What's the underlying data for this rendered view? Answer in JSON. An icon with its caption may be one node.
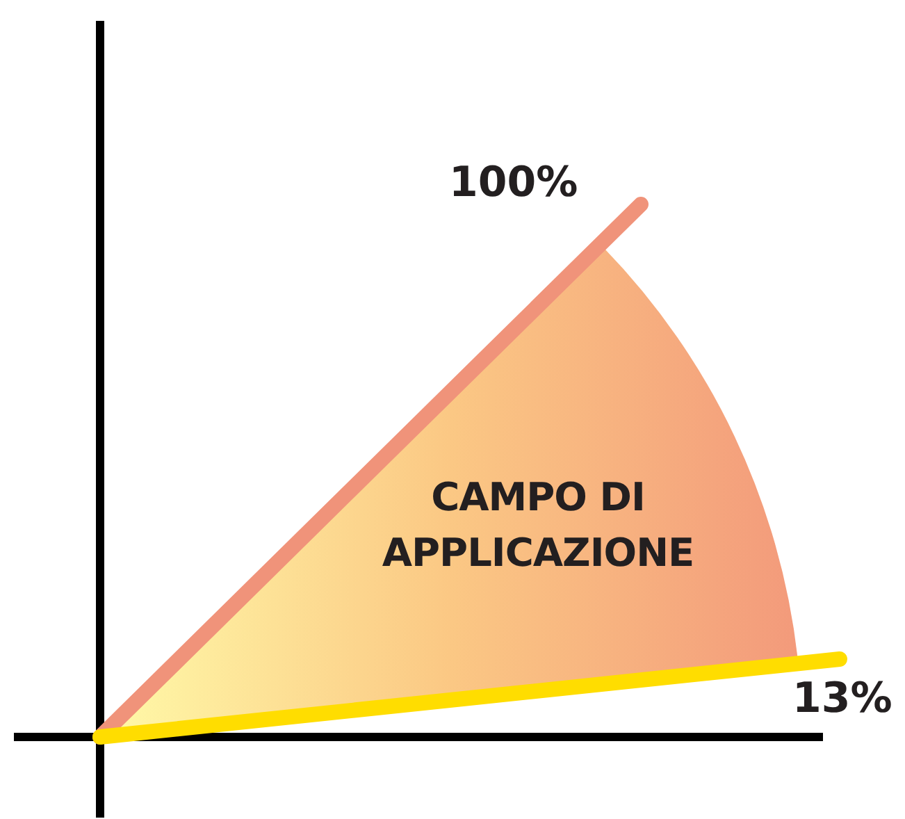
{
  "diagram": {
    "nodes": [
      {
        "text": [
          "CAMPO DI APPLICAZIONE"
        ]
      }
    ],
    "labels": [
      "100%",
      "13%"
    ]
  }
}
